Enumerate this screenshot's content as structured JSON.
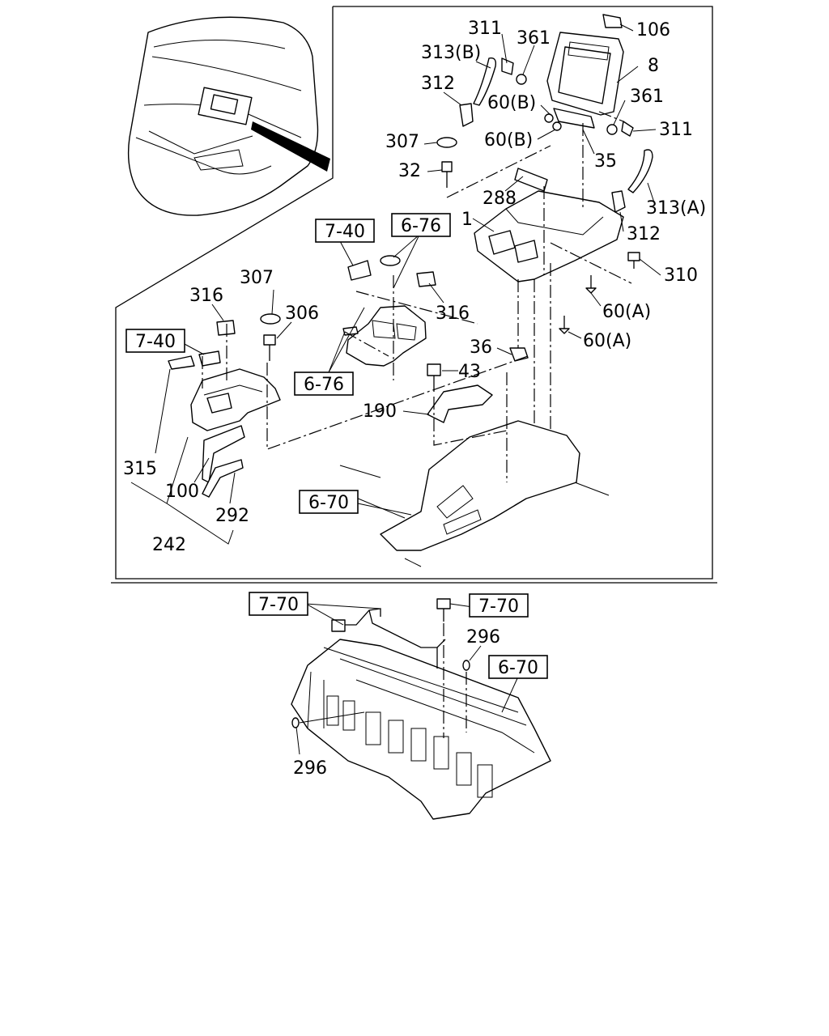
{
  "callouts": {
    "c311a": "311",
    "c361a": "361",
    "c106": "106",
    "c313b": "313(B)",
    "c8": "8",
    "c312a": "312",
    "c361b": "361",
    "c60b1": "60(B)",
    "c311b": "311",
    "c307a": "307",
    "c60b2": "60(B)",
    "c35": "35",
    "c32": "32",
    "c288": "288",
    "c313a": "313(A)",
    "c1": "1",
    "c312b": "312",
    "c310": "310",
    "c307b": "307",
    "c316a": "316",
    "c306": "306",
    "c316b": "316",
    "c60a1": "60(A)",
    "c60a2": "60(A)",
    "c36": "36",
    "c43": "43",
    "c190": "190",
    "c315": "315",
    "c100": "100",
    "c292": "292",
    "c242": "242",
    "c296a": "296",
    "c296b": "296"
  },
  "references": {
    "r740a": "7-40",
    "r676a": "6-76",
    "r740b": "7-40",
    "r676b": "6-76",
    "r670a": "6-70",
    "r770a": "7-70",
    "r770b": "7-70",
    "r670b": "6-70"
  }
}
